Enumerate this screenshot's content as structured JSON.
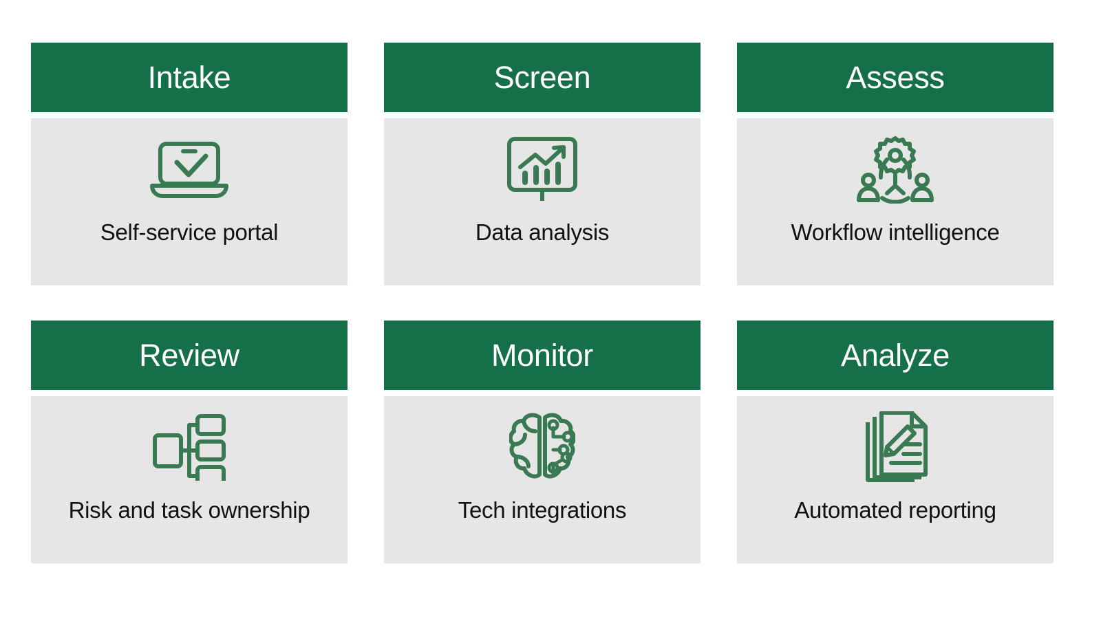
{
  "theme": {
    "header_bg": "#15704A",
    "body_bg": "#E6E6E6",
    "page_bg": "#FFFFFF",
    "header_text": "#FFFFFF",
    "caption_text": "#111111",
    "icon_color": "#3A7A53"
  },
  "cards": [
    {
      "title": "Intake",
      "caption": "Self-service portal",
      "icon": "laptop-check-icon"
    },
    {
      "title": "Screen",
      "caption": "Data analysis",
      "icon": "monitor-chart-icon"
    },
    {
      "title": "Assess",
      "caption": "Workflow intelligence",
      "icon": "gear-people-network-icon"
    },
    {
      "title": "Review",
      "caption": "Risk and task ownership",
      "icon": "hierarchy-boxes-icon"
    },
    {
      "title": "Monitor",
      "caption": "Tech integrations",
      "icon": "ai-brain-icon"
    },
    {
      "title": "Analyze",
      "caption": "Automated reporting",
      "icon": "document-pencil-icon"
    }
  ]
}
